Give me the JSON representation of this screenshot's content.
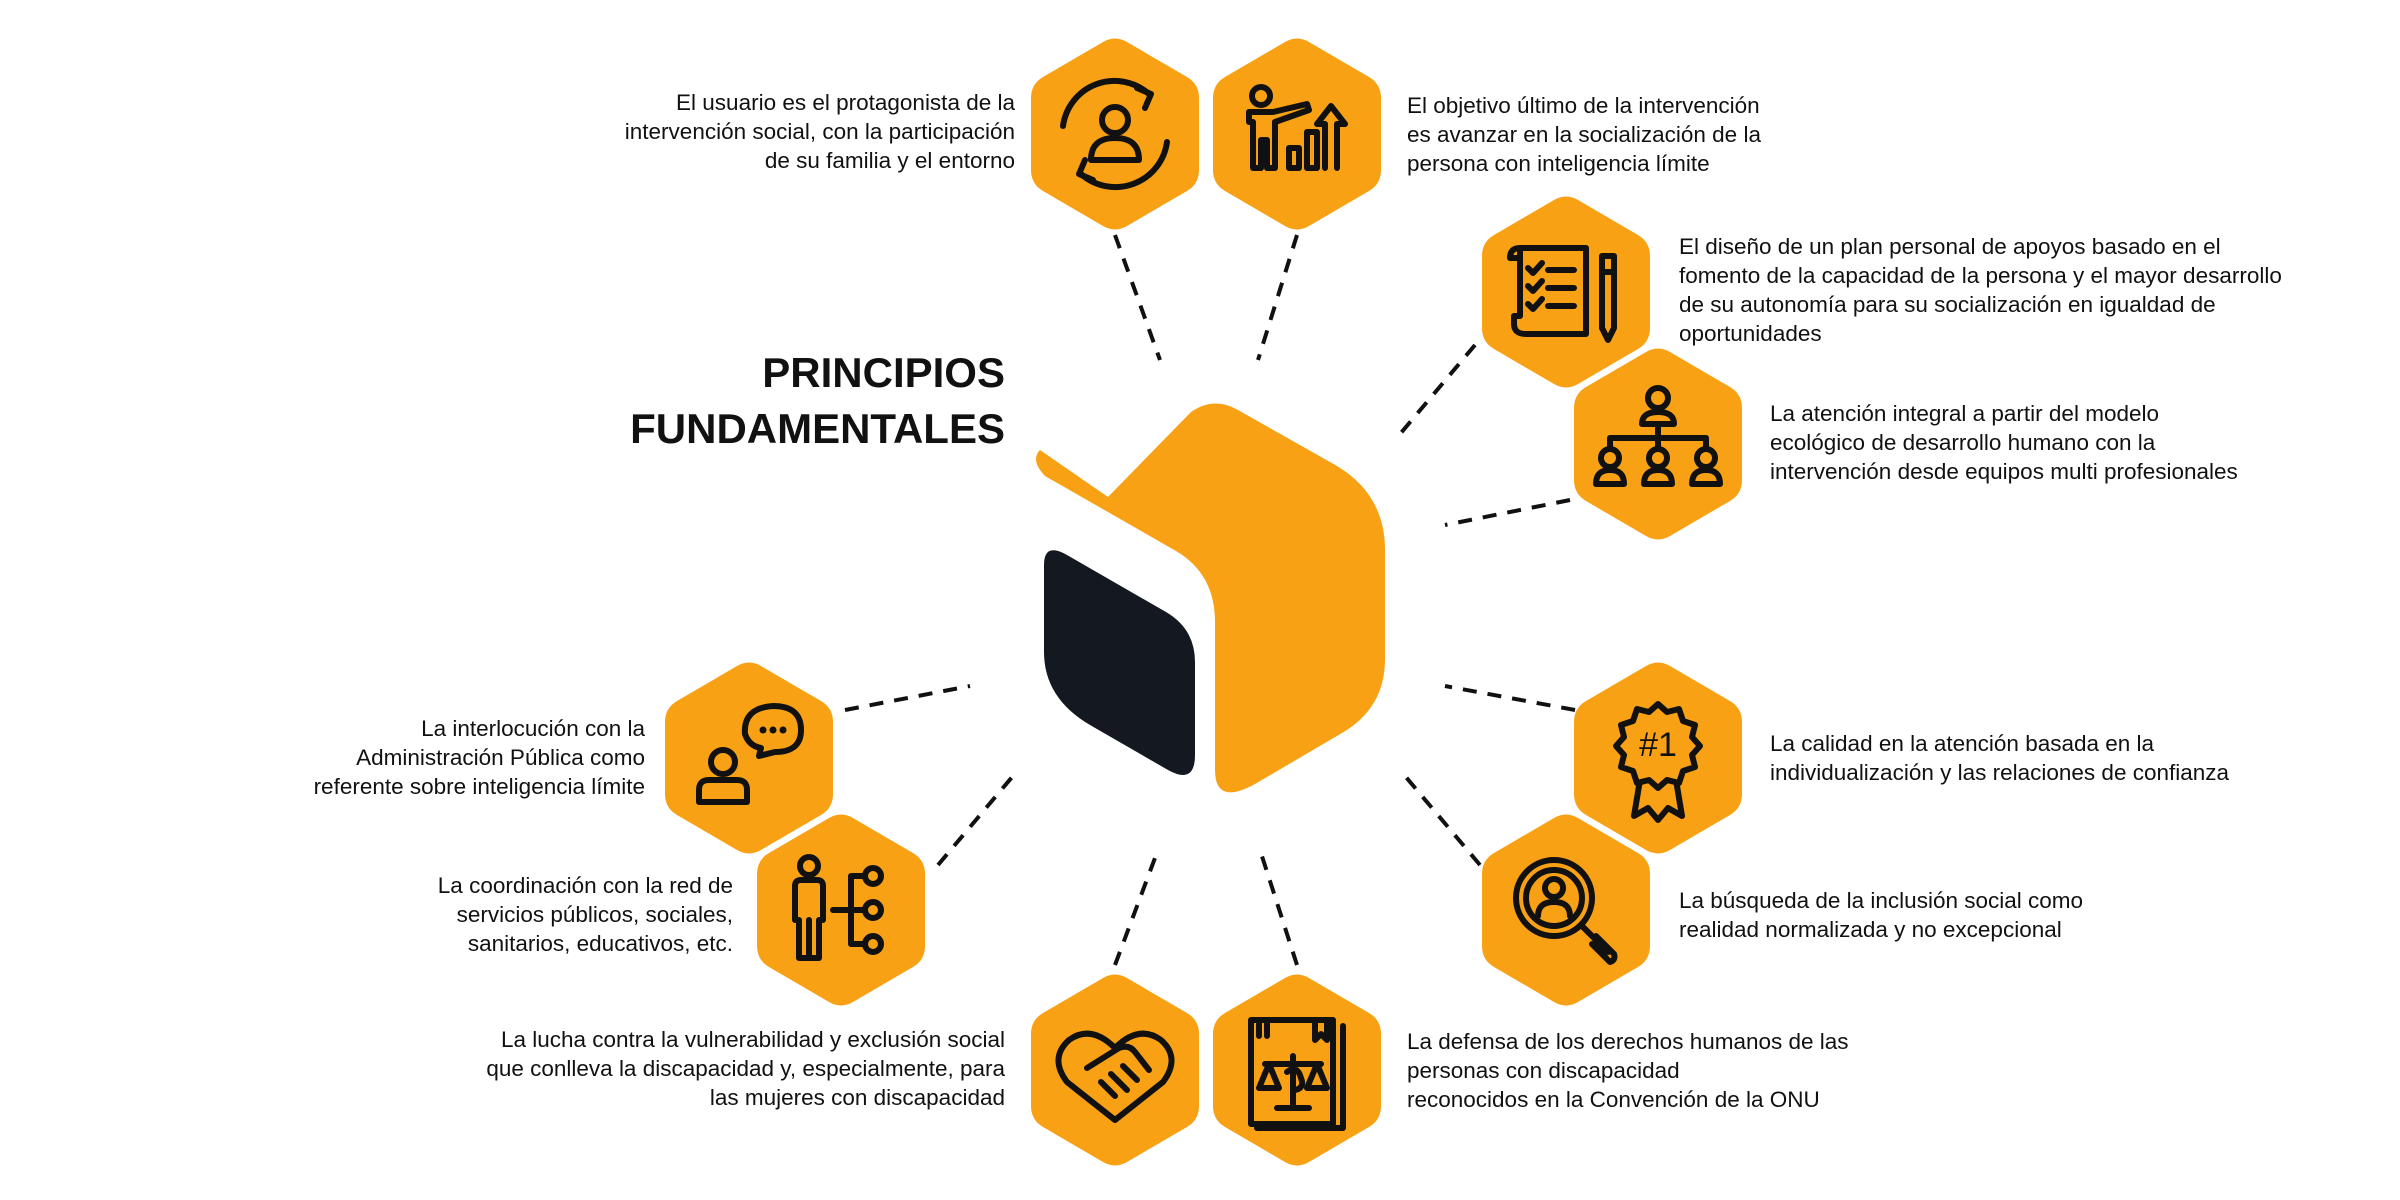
{
  "title": {
    "line1": "PRINCIPIOS",
    "line2": "FUNDAMENTALES"
  },
  "colors": {
    "accent": "#F9A114",
    "dark": "#141820",
    "ink": "#111111"
  },
  "principles": [
    {
      "icon": "user-cycle-icon",
      "text": "El usuario es el protagonista de la\nintervención social, con la participación\nde su familia y el entorno"
    },
    {
      "icon": "presenter-growth-chart-icon",
      "text": "El objetivo último de la intervención\nes avanzar en la socialización de la\npersona con inteligencia límite"
    },
    {
      "icon": "checklist-plan-pen-icon",
      "text": "El diseño de un plan personal de apoyos basado en el\nfomento de la capacidad de la persona y el mayor desarrollo\nde su autonomía para su socialización en igualdad de\noportunidades"
    },
    {
      "icon": "team-hierarchy-icon",
      "text": "La atención integral a partir del modelo\necológico de desarrollo humano con la\nintervención desde equipos multi profesionales"
    },
    {
      "icon": "number-one-award-icon",
      "badge": "#1",
      "text": "La calidad en la atención basada en la\nindividualización y las relaciones de confianza"
    },
    {
      "icon": "search-person-icon",
      "text": "La búsqueda de la inclusión social como\nrealidad normalizada y no excepcional"
    },
    {
      "icon": "justice-scales-book-icon",
      "text": "La defensa de los derechos humanos de las\npersonas con discapacidad\nreconocidos en la Convención de la ONU"
    },
    {
      "icon": "handshake-heart-icon",
      "text": "La lucha contra la vulnerabilidad y exclusión social\nque conlleva la discapacidad y, especialmente, para\nlas mujeres con discapacidad"
    },
    {
      "icon": "person-network-icon",
      "text": "La coordinación con la red de\nservicios públicos, sociales,\nsanitarios, educativos, etc."
    },
    {
      "icon": "person-chat-icon",
      "text": "La interlocución con la\nAdministración Pública como\nreferente sobre inteligencia límite"
    }
  ]
}
